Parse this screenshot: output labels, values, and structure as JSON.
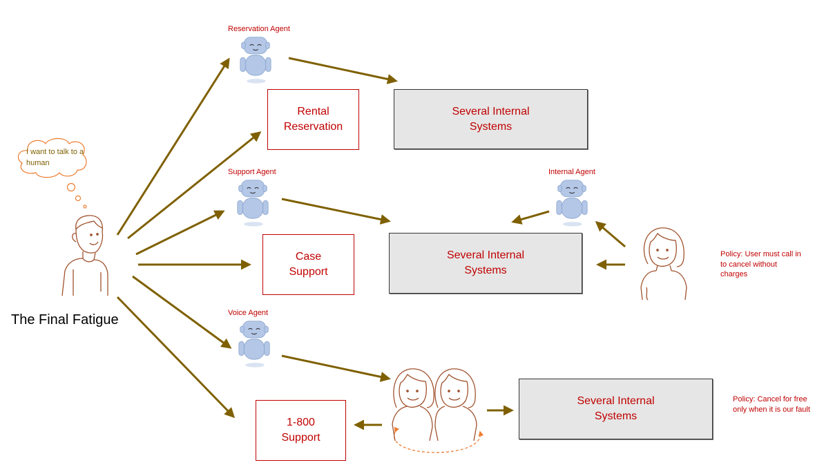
{
  "title": "The Final Fatigue",
  "thought": "I want to talk to a human",
  "agents": {
    "reservation": "Reservation Agent",
    "support": "Support Agent",
    "voice": "Voice Agent",
    "internal": "Internal Agent"
  },
  "boxes": {
    "rental": [
      "Rental",
      "Reservation"
    ],
    "case": [
      "Case",
      "Support"
    ],
    "phone": [
      "1-800",
      "Support"
    ],
    "systems_top": [
      "Several Internal",
      "Systems"
    ],
    "systems_mid": [
      "Several Internal",
      "Systems"
    ],
    "systems_bottom": [
      "Several Internal",
      "Systems"
    ]
  },
  "policies": {
    "mid": "Policy: User must call in to cancel without charges",
    "bottom": "Policy: Cancel for free only when it is our fault"
  },
  "colors": {
    "arrow": "#7f6000",
    "box_text": "#c00000",
    "robot": "#b4c7e7",
    "person": "#a0522d"
  }
}
